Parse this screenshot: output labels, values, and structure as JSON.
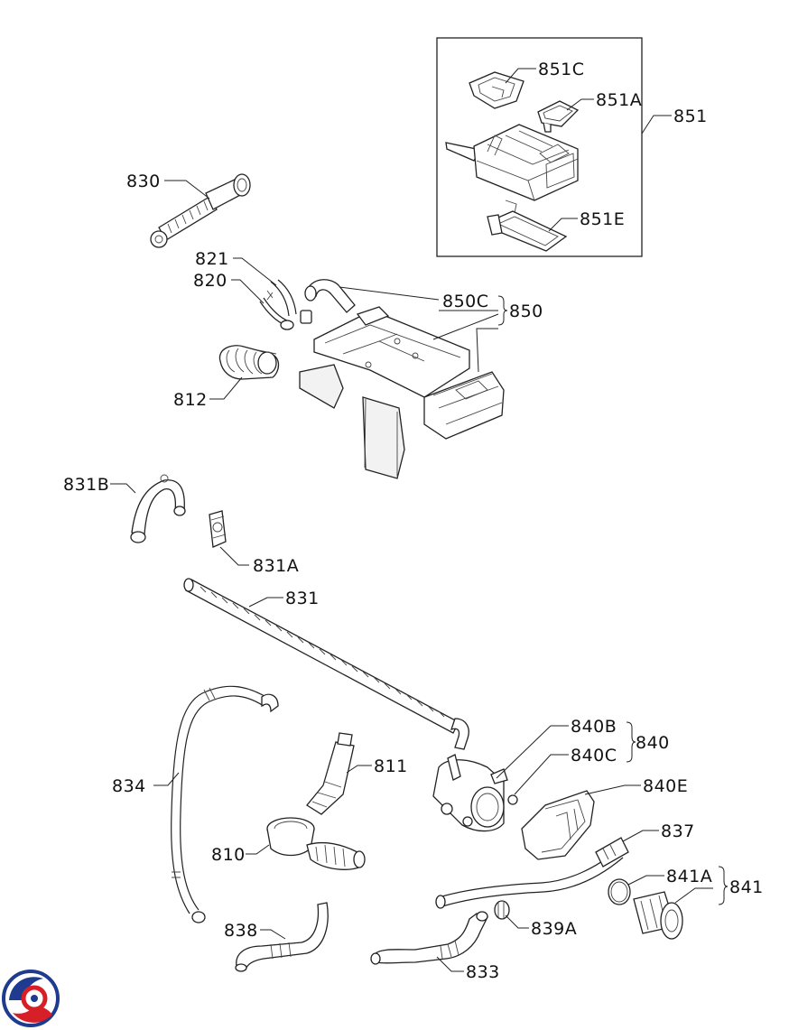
{
  "callouts": {
    "c851C": "851C",
    "c851A": "851A",
    "c851": "851",
    "c851E": "851E",
    "c830": "830",
    "c821": "821",
    "c820": "820",
    "c850C": "850C",
    "c850": "850",
    "c812": "812",
    "c831B": "831B",
    "c831A": "831A",
    "c831": "831",
    "c840B": "840B",
    "c840": "840",
    "c840C": "840C",
    "c811": "811",
    "c834": "834",
    "c840E": "840E",
    "c810": "810",
    "c837": "837",
    "c841A": "841A",
    "c841": "841",
    "c838": "838",
    "c839A": "839A",
    "c833": "833"
  },
  "logo": {
    "colors": [
      "#1f3b8f",
      "#d61f26"
    ]
  }
}
